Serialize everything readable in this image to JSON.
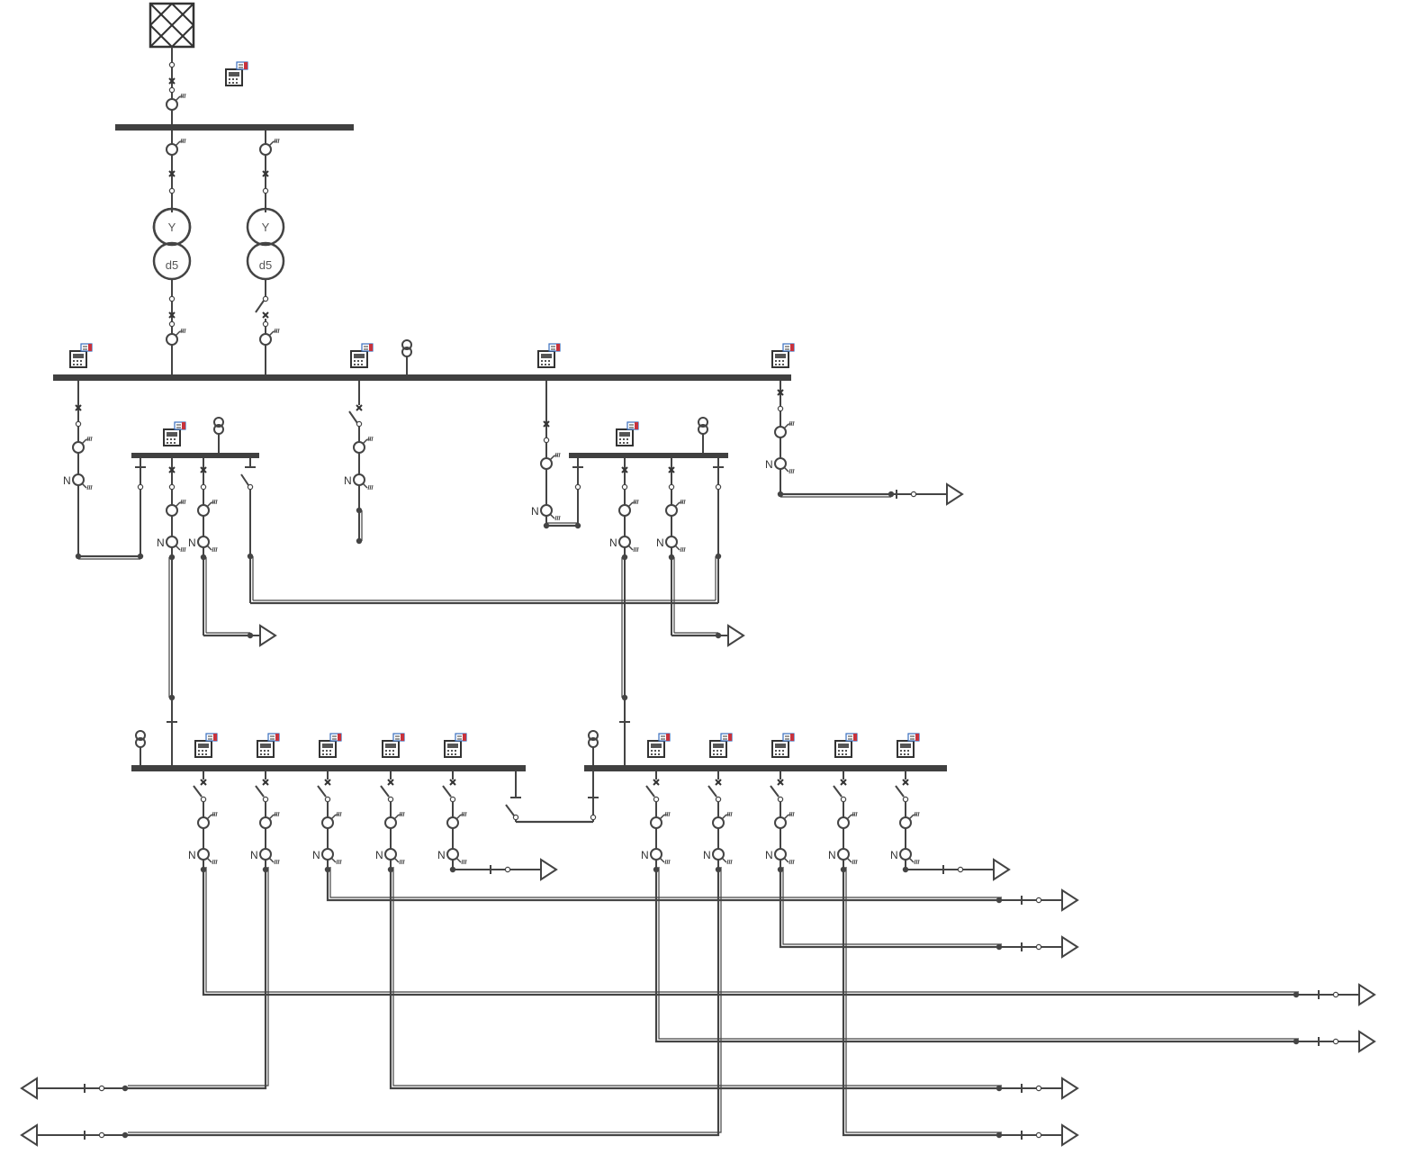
{
  "diagram": {
    "type": "single-line electrical diagram",
    "colors": {
      "line": "#444444",
      "bus": "#404040",
      "relay_badge": "#c8323c",
      "relay_screen": "#3a6fbf"
    },
    "icons": [
      "grid-source-icon",
      "protection-relay-icon",
      "circuit-breaker-icon",
      "current-transformer-icon",
      "voltage-transformer-icon",
      "disconnector-icon",
      "power-transformer-icon",
      "load-arrow-icon"
    ],
    "transformers": [
      {
        "primary": "Y",
        "secondary": "d5"
      },
      {
        "primary": "Y",
        "secondary": "d5"
      }
    ],
    "neutral_marker": "N"
  }
}
